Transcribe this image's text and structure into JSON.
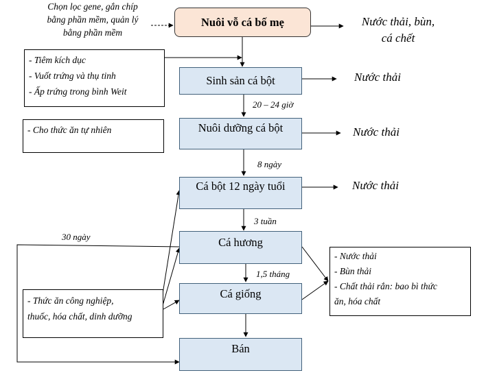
{
  "gene_note": {
    "lines": [
      "Chọn lọc gene, gắn chíp",
      "bằng phần mềm, quản lý",
      "bằng phần mềm"
    ]
  },
  "steps": {
    "nuoi_vo": "Nuôi vỗ cá bố mẹ",
    "sinh_san": "Sinh sản cá bột",
    "nuoi_duong": "Nuôi dưỡng cá bột",
    "ca_bot_12": "Cá bột 12 ngày tuổi",
    "ca_huong": "Cá hương",
    "ca_giong": "Cá giống",
    "ban": "Bán"
  },
  "outputs": {
    "out1": [
      "Nước thải, bùn,",
      "cá chết"
    ],
    "out2": "Nước thải",
    "out3": "Nước thải",
    "out4": "Nước thải",
    "out5": [
      "- Nước thải",
      "- Bùn thải",
      "- Chất thải rắn: bao bì thức",
      "ăn, hóa chất"
    ]
  },
  "inputs": {
    "breeding": [
      "- Tiêm kích dục",
      "- Vuốt trứng và thụ tinh",
      "- Ấp trứng trong bình Weit"
    ],
    "natural_food": [
      "- Cho thức ăn tự nhiên"
    ],
    "industrial": [
      "- Thức ăn công nghiệp,",
      "thuốc, hóa chất, dinh dưỡng"
    ]
  },
  "durations": {
    "d1": "20 – 24 giờ",
    "d2": "8 ngày",
    "d3": "3 tuần",
    "d4": "1,5 tháng",
    "loop": "30 ngày"
  }
}
